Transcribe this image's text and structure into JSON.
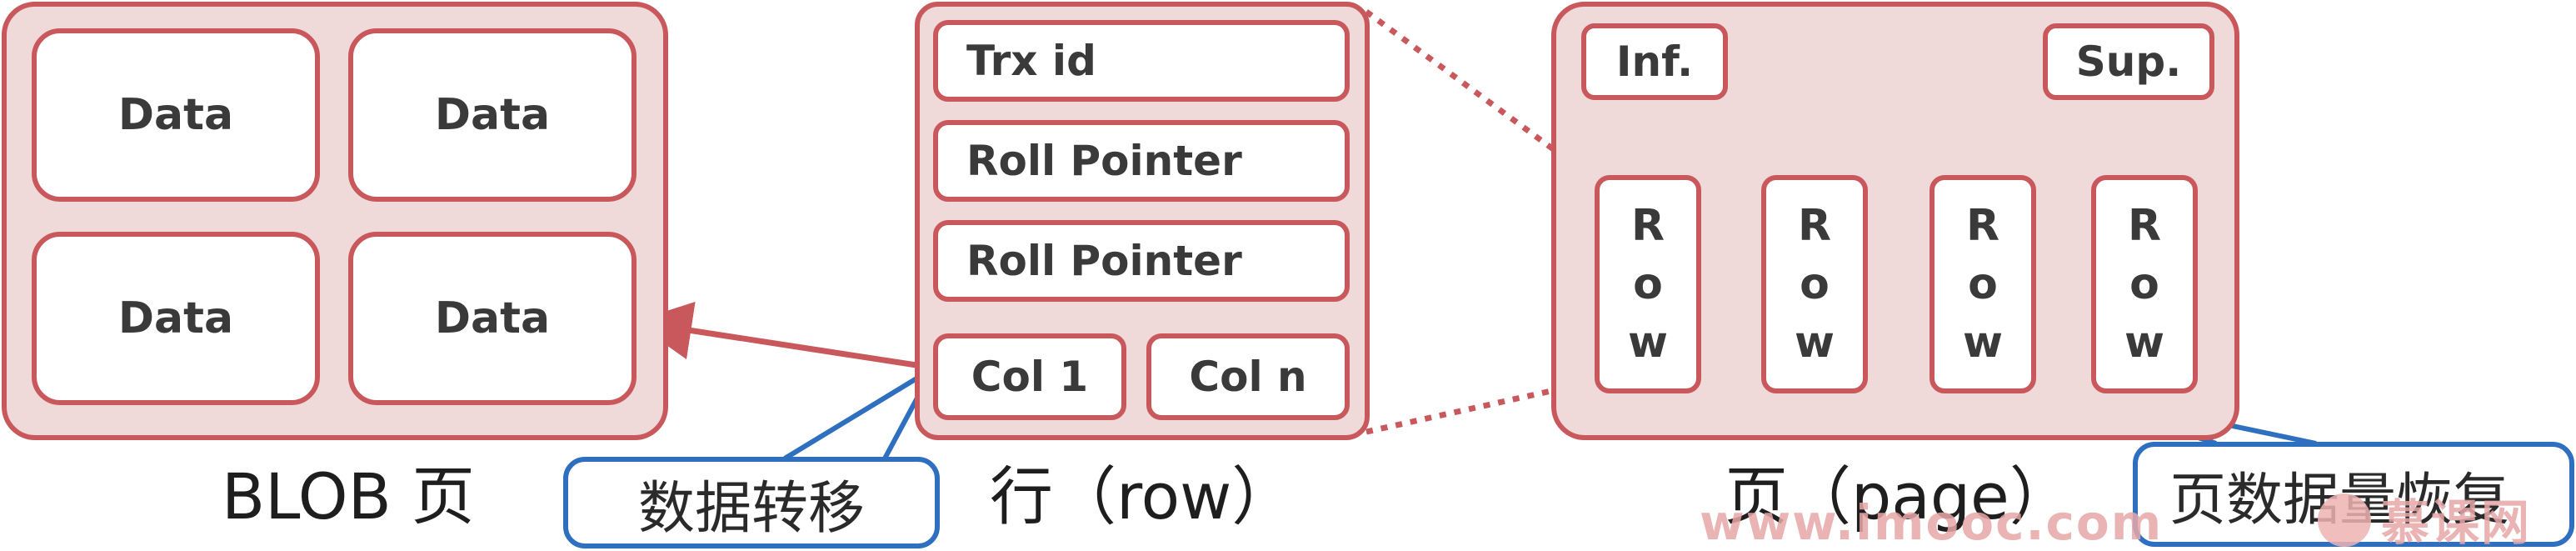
{
  "blob_page": {
    "caption": "BLOB 页",
    "cells": [
      "Data",
      "Data",
      "Data",
      "Data"
    ]
  },
  "row_record": {
    "caption": "行（row）",
    "fields": [
      "Trx id",
      "Roll Pointer",
      "Roll Pointer"
    ],
    "col_first": "Col 1",
    "col_last": "Col n"
  },
  "data_page": {
    "caption": "页（page）",
    "infimum": "Inf.",
    "supremum": "Sup.",
    "row_letters": [
      "R",
      "o",
      "w"
    ]
  },
  "callouts": {
    "data_transfer": "数据转移",
    "page_recovery": "页数据量恢复"
  },
  "watermark": {
    "site": "www.imooc.com",
    "brand": "慕课网"
  },
  "colors": {
    "accent_red": "#c9585c",
    "panel_fill": "#efd9d9",
    "callout_blue": "#2e6fbf"
  }
}
